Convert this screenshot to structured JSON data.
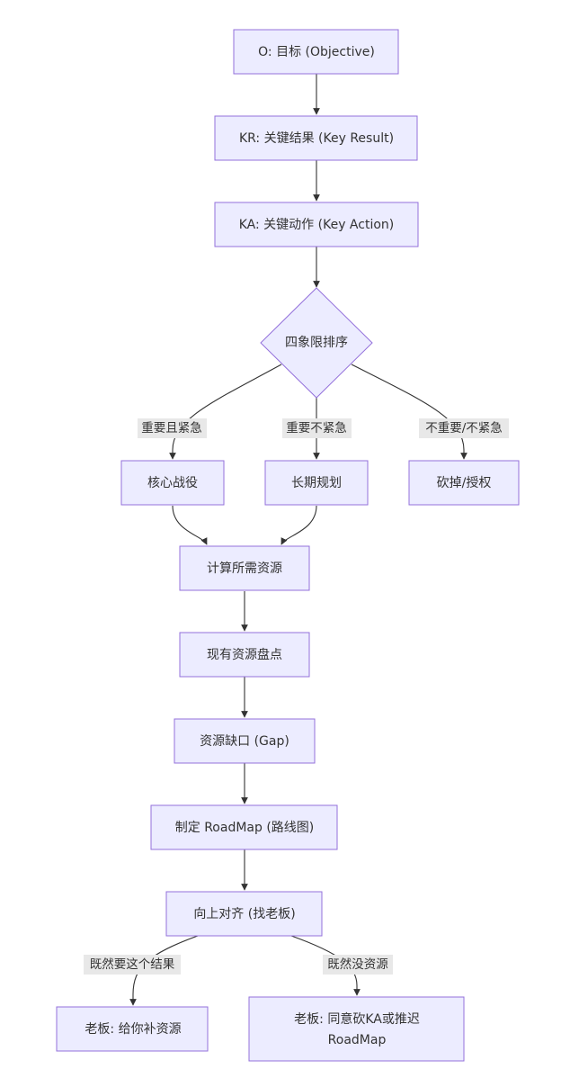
{
  "nodes": {
    "objective": "O: 目标 (Objective)",
    "key_result": "KR: 关键结果 (Key Result)",
    "key_action": "KA: 关键动作 (Key Action)",
    "quadrant": "四象限排序",
    "core_battle": "核心战役",
    "long_term": "长期规划",
    "cut_delegate": "砍掉/授权",
    "calc_resources": "计算所需资源",
    "inventory": "现有资源盘点",
    "gap": "资源缺口 (Gap)",
    "roadmap": "制定 RoadMap (路线图)",
    "align_up": "向上对齐 (找老板)",
    "boss_gives": "老板: 给你补资源",
    "boss_agrees_line1": "老板: 同意砍KA或推迟",
    "boss_agrees_line2": "RoadMap"
  },
  "edge_labels": {
    "important_urgent": "重要且紧急",
    "important_not_urgent": "重要不紧急",
    "not_important": "不重要/不紧急",
    "want_result": "既然要这个结果",
    "no_resources": "既然没资源"
  }
}
